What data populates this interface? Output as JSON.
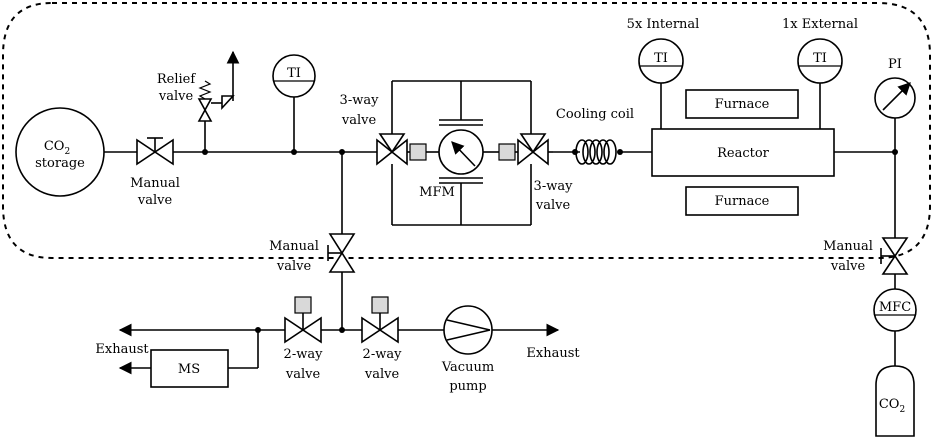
{
  "labels": {
    "co2_storage_line1": "CO",
    "co2_storage_sub": "2",
    "co2_storage_line2": "storage",
    "manual_valve_1_line1": "Manual",
    "manual_valve_1_line2": "valve",
    "relief_valve_line1": "Relief",
    "relief_valve_line2": "valve",
    "ti_main": "TI",
    "three_way_left_line1": "3-way",
    "three_way_left_line2": "valve",
    "mfm": "MFM",
    "three_way_right_line1": "3-way",
    "three_way_right_line2": "valve",
    "cooling_coil": "Cooling coil",
    "internal_count": "5x Internal",
    "ti_internal": "TI",
    "external_count": "1x External",
    "ti_external": "TI",
    "pi": "PI",
    "furnace_top": "Furnace",
    "reactor": "Reactor",
    "furnace_bottom": "Furnace",
    "manual_valve_2_line1": "Manual",
    "manual_valve_2_line2": "valve",
    "manual_valve_3_line1": "Manual",
    "manual_valve_3_line2": "valve",
    "mfc": "MFC",
    "co2_bottle_main": "CO",
    "co2_bottle_sub": "2",
    "exhaust_left": "Exhaust",
    "ms": "MS",
    "two_way_1_line1": "2-way",
    "two_way_1_line2": "valve",
    "two_way_2_line1": "2-way",
    "two_way_2_line2": "valve",
    "vacuum_pump_line1": "Vacuum",
    "vacuum_pump_line2": "pump",
    "exhaust_right": "Exhaust"
  }
}
